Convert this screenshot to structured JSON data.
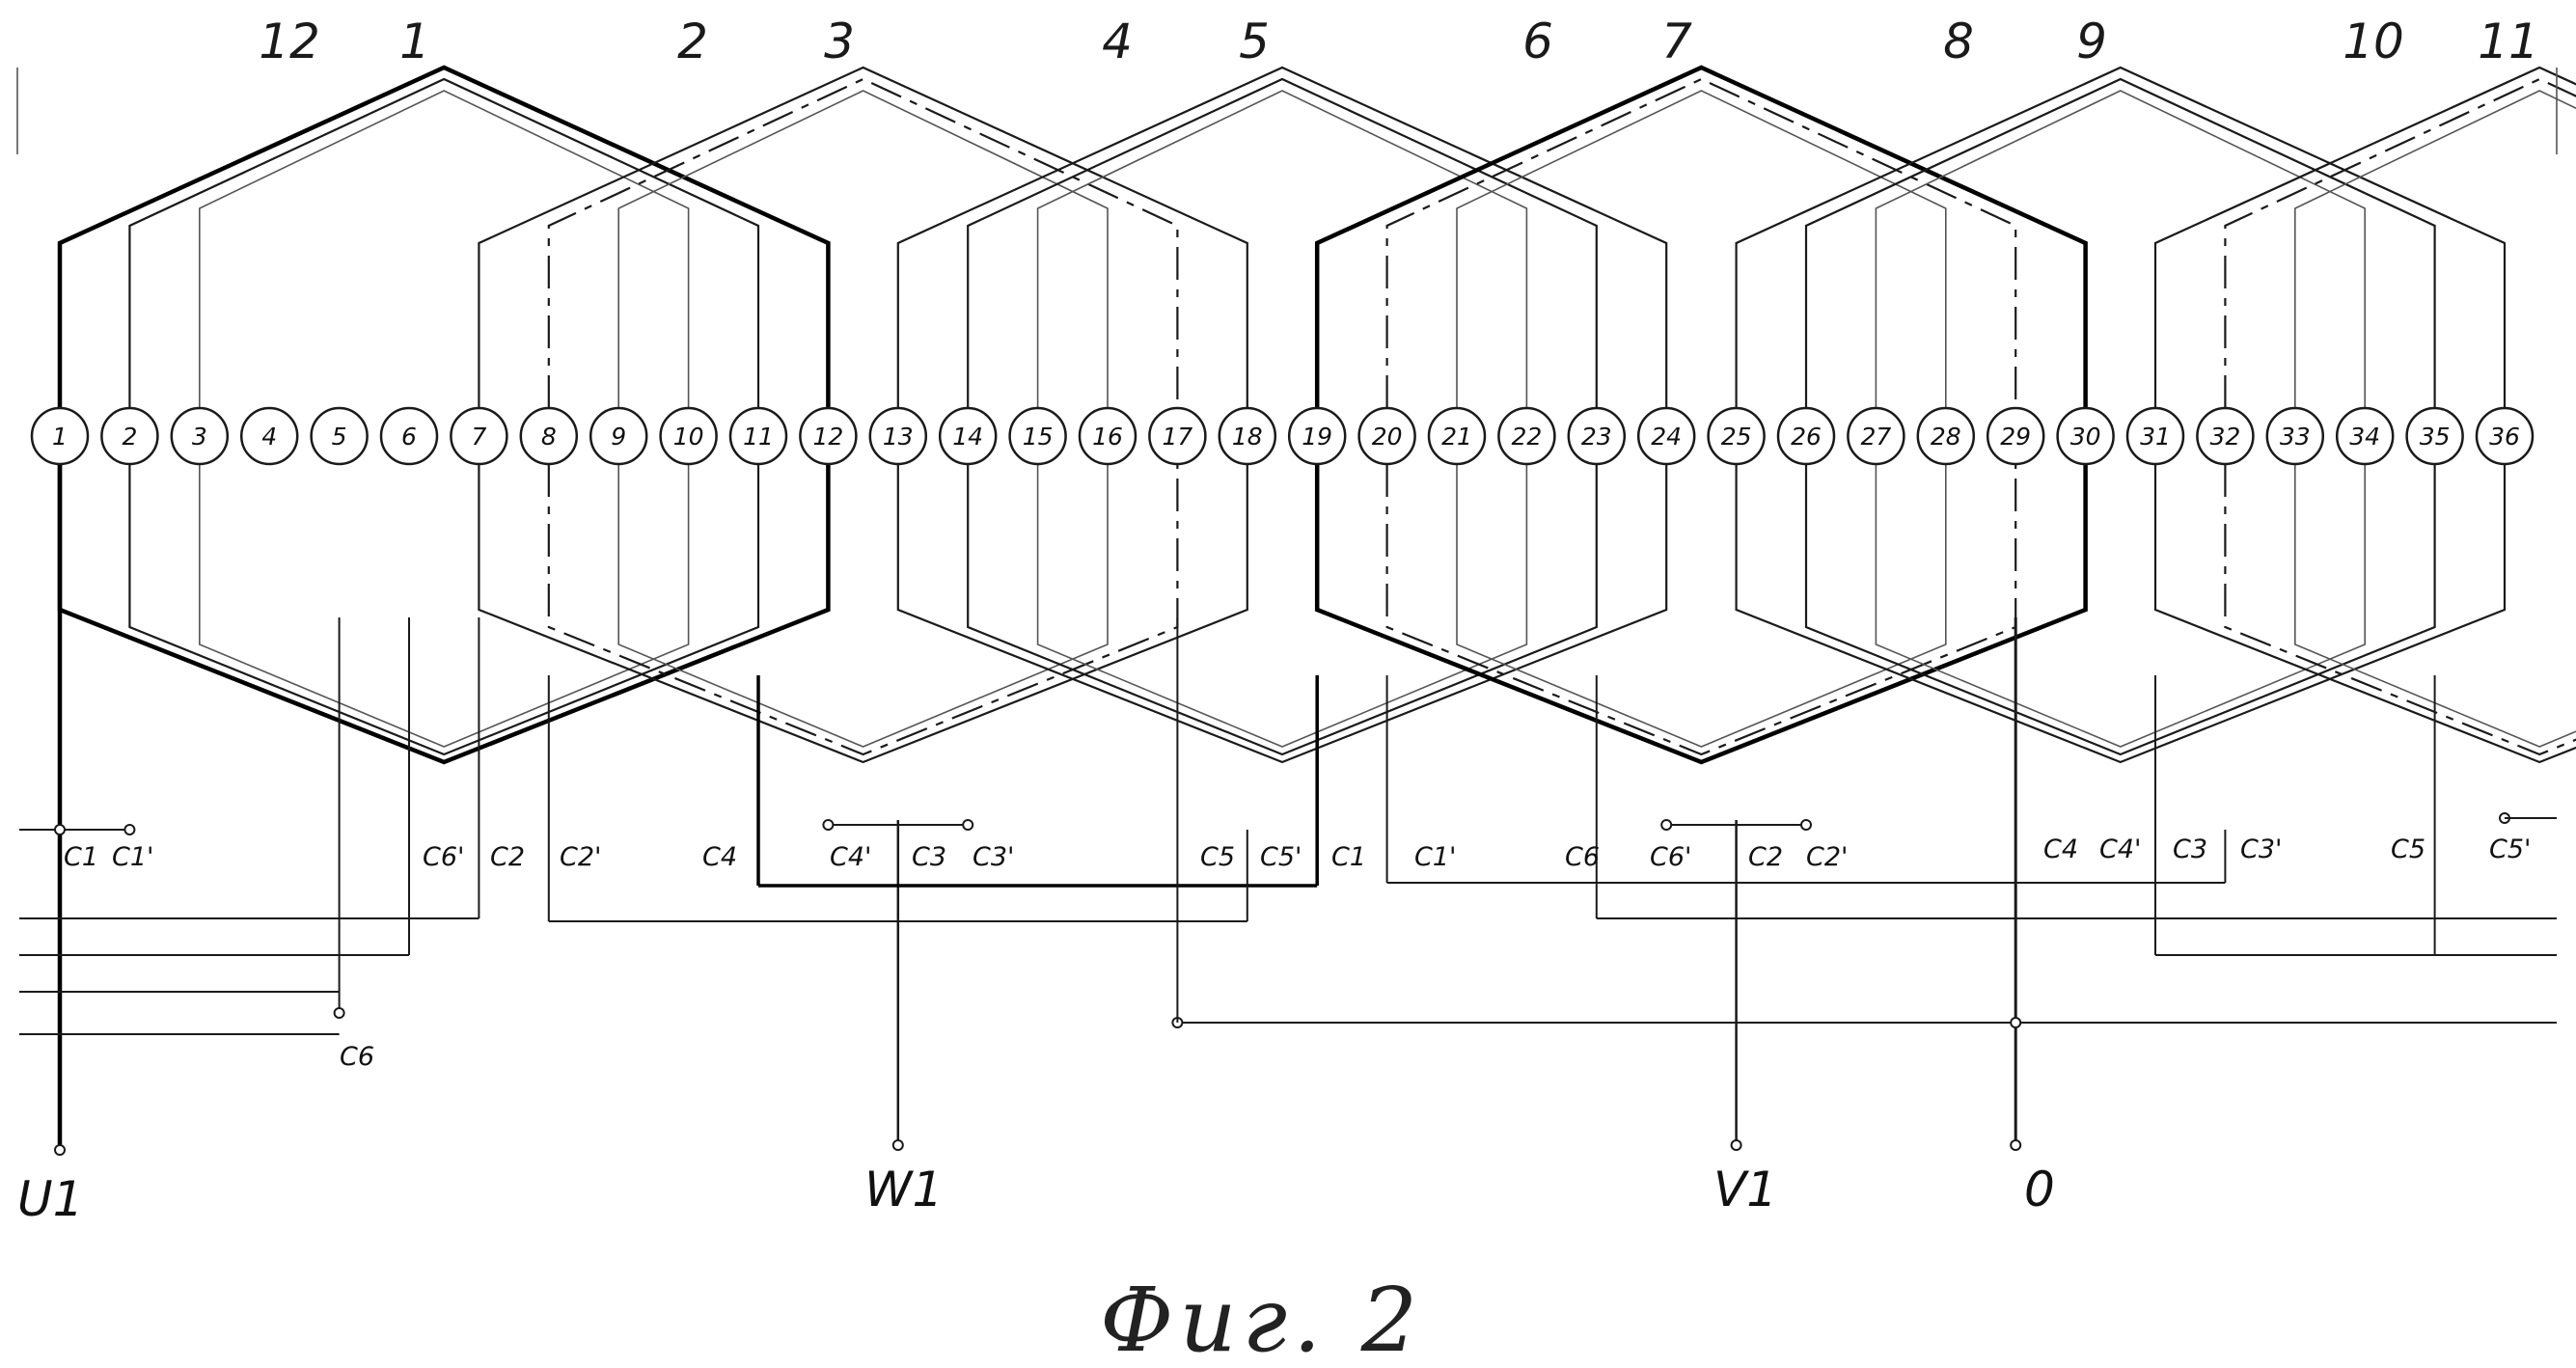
{
  "pole_numbers": [
    "12",
    "1",
    "2",
    "3",
    "4",
    "5",
    "6",
    "7",
    "8",
    "9",
    "10",
    "11"
  ],
  "slots": [
    "1",
    "2",
    "3",
    "4",
    "5",
    "6",
    "7",
    "8",
    "9",
    "10",
    "11",
    "12",
    "13",
    "14",
    "15",
    "16",
    "17",
    "18",
    "19",
    "20",
    "21",
    "22",
    "23",
    "24",
    "25",
    "26",
    "27",
    "28",
    "29",
    "30",
    "31",
    "32",
    "33",
    "34",
    "35",
    "36"
  ],
  "connection_labels": {
    "c1_a": "C1",
    "c1p_a": "C1'",
    "c6p_a": "C6'",
    "c2_a": "C2",
    "c2p_a": "C2'",
    "c4_a": "C4",
    "c4p_a": "C4'",
    "c3_a": "C3",
    "c3p_a": "C3'",
    "c5_a": "C5",
    "c5p_a": "C5'",
    "c1_b": "C1",
    "c1p_b": "C1'",
    "c6_b": "C6",
    "c6p_b": "C6'",
    "c2_b": "C2",
    "c2p_b": "C2'",
    "c4_b": "C4",
    "c4p_b": "C4'",
    "c3_b": "C3",
    "c3p_b": "C3'",
    "c5_b": "C5",
    "c5p_b": "C5'",
    "c6_low": "C6"
  },
  "terminals": {
    "u1": "U1",
    "w1": "W1",
    "v1": "V1",
    "zero": "0"
  },
  "caption": "Фиг. 2",
  "colors": {
    "ink": "#1a1a1a",
    "thin": "#555555",
    "bold": "#000000",
    "paper": "#ffffff"
  }
}
